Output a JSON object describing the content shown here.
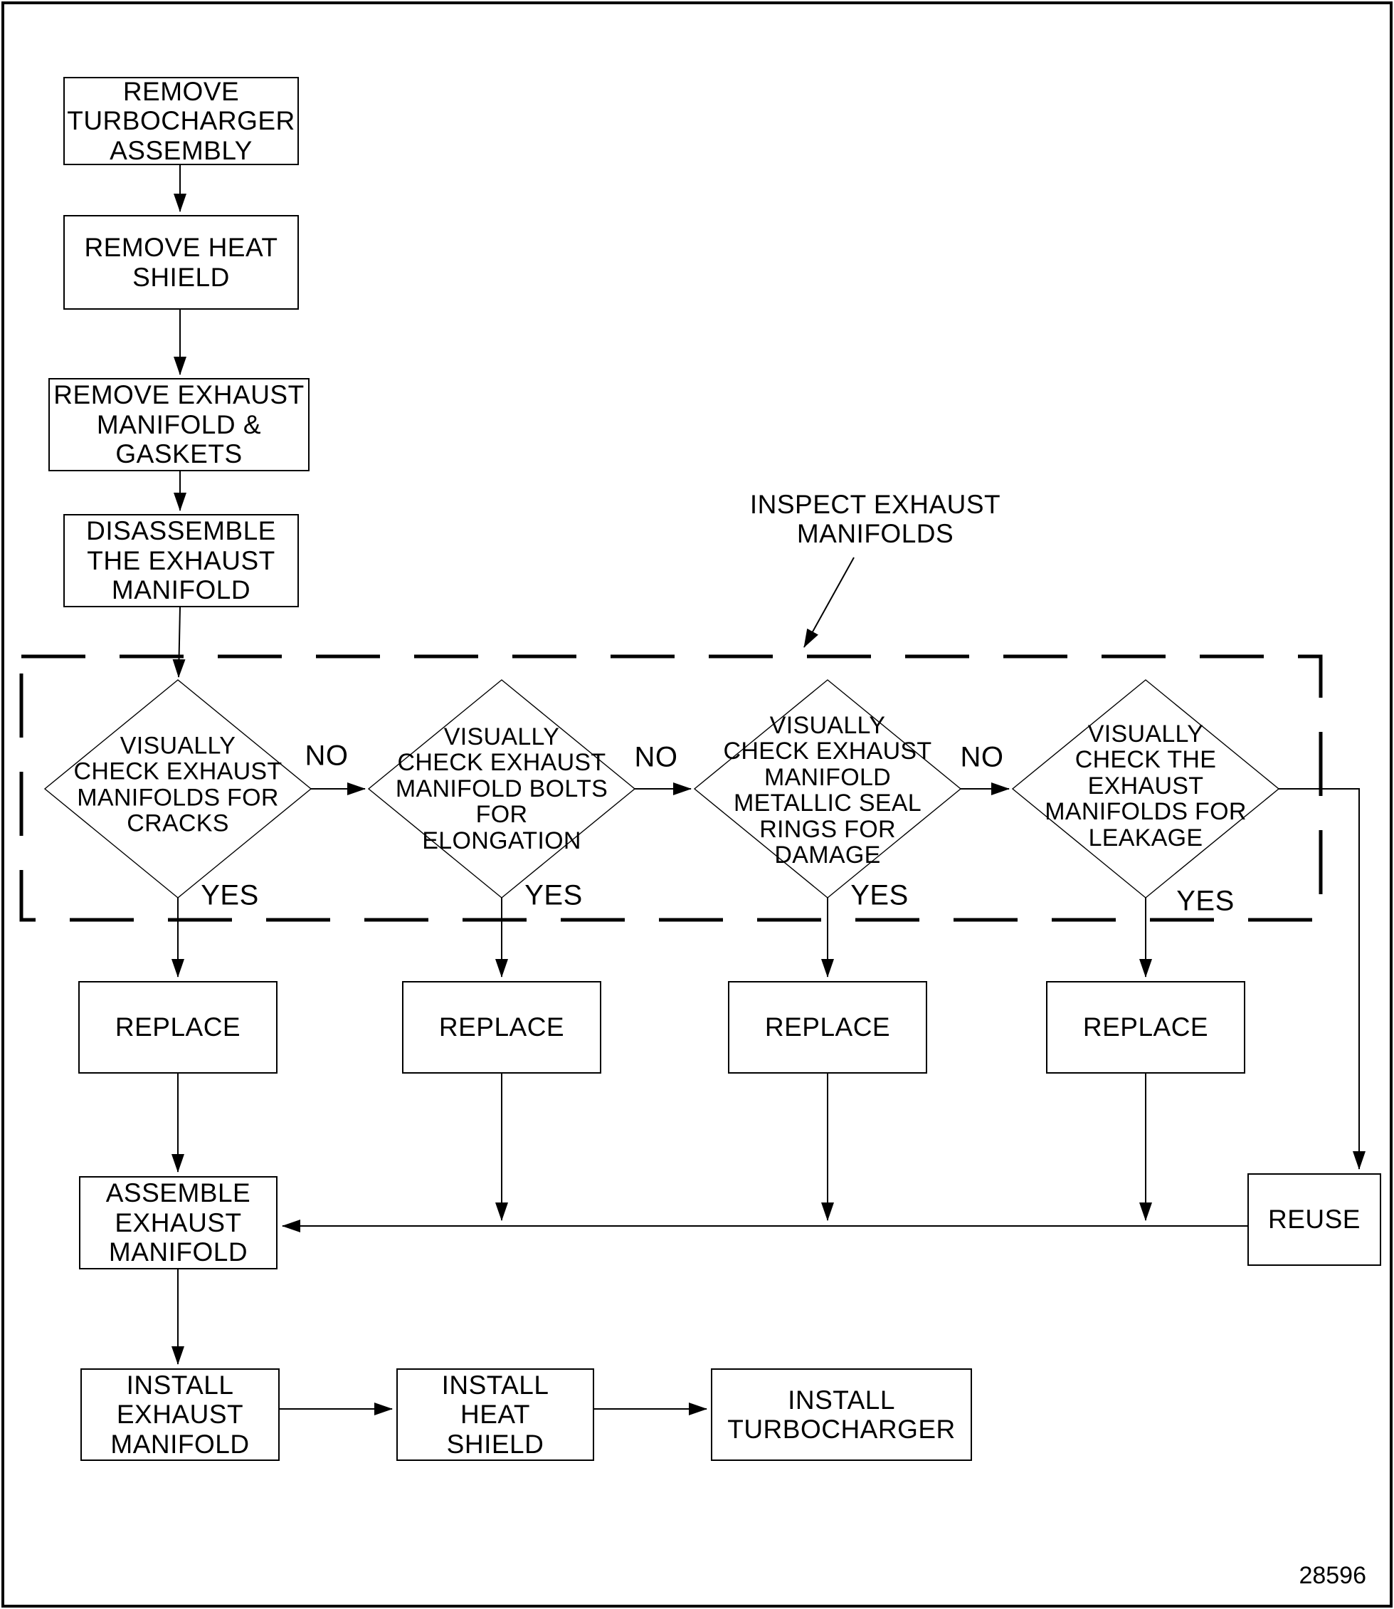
{
  "figure_number": "28596",
  "colors": {
    "line": "#000000",
    "background": "#ffffff"
  },
  "top_chain": [
    {
      "label": "REMOVE\nTURBOCHARGER\nASSEMBLY"
    },
    {
      "label": "REMOVE HEAT\nSHIELD"
    },
    {
      "label": "REMOVE EXHAUST\nMANIFOLD &\nGASKETS"
    },
    {
      "label": "DISASSEMBLE\nTHE EXHAUST\nMANIFOLD"
    }
  ],
  "inspect_group": {
    "label": "INSPECT EXHAUST\nMANIFOLDS",
    "decisions": [
      {
        "label": "VISUALLY\nCHECK EXHAUST\nMANIFOLDS FOR\nCRACKS",
        "no": "NO",
        "yes": "YES"
      },
      {
        "label": "VISUALLY\nCHECK EXHAUST\nMANIFOLD BOLTS\nFOR\nELONGATION",
        "no": "NO",
        "yes": "YES"
      },
      {
        "label": "VISUALLY\nCHECK EXHAUST\nMANIFOLD\nMETALLIC SEAL\nRINGS FOR\nDAMAGE",
        "no": "NO",
        "yes": "YES"
      },
      {
        "label": "VISUALLY\nCHECK THE\nEXHAUST\nMANIFOLDS FOR\nLEAKAGE",
        "yes": "YES"
      }
    ]
  },
  "replace_boxes": [
    {
      "label": "REPLACE"
    },
    {
      "label": "REPLACE"
    },
    {
      "label": "REPLACE"
    },
    {
      "label": "REPLACE"
    }
  ],
  "reuse": {
    "label": "REUSE"
  },
  "assemble": {
    "label": "ASSEMBLE\nEXHAUST\nMANIFOLD"
  },
  "install_chain": [
    {
      "label": "INSTALL\nEXHAUST\nMANIFOLD"
    },
    {
      "label": "INSTALL\nHEAT\nSHIELD"
    },
    {
      "label": "INSTALL\nTURBOCHARGER"
    }
  ]
}
